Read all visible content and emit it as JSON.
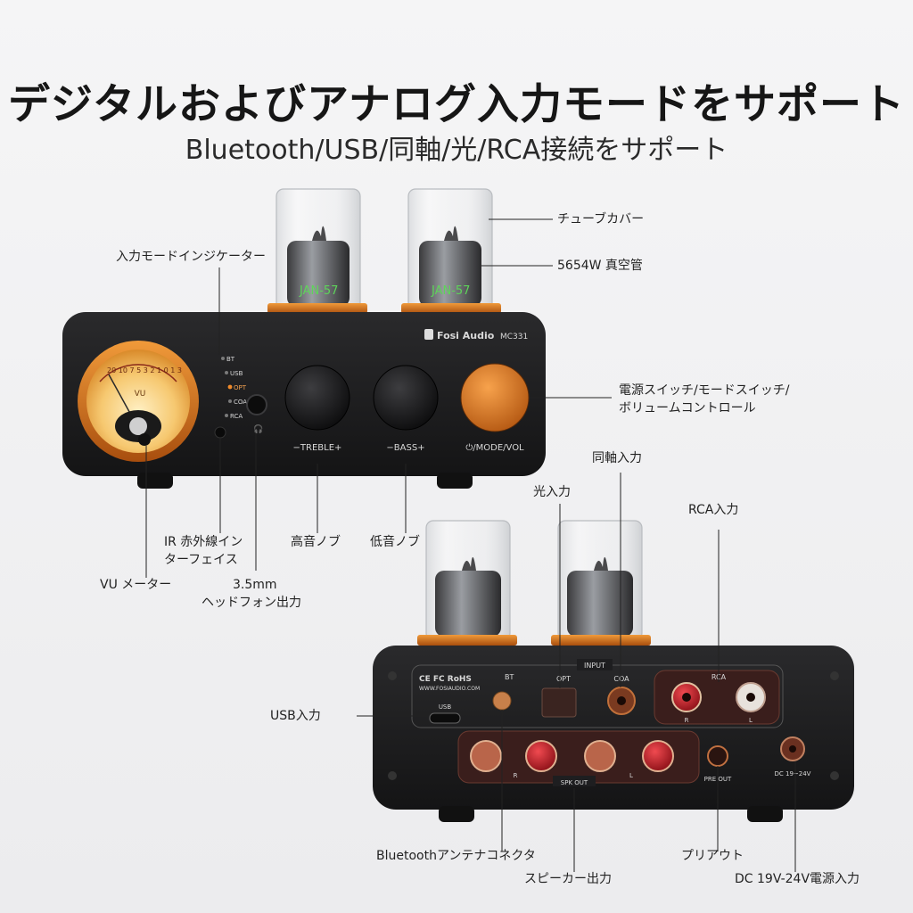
{
  "title": "デジタルおよびアナログ入力モードをサポート",
  "subtitle": "Bluetooth/USB/同軸/光/RCA接続をサポート",
  "front": {
    "brand": "Fosi Audio",
    "model": "MC331",
    "meter_scale": "20 10 7 5 3 2 1 0 1 3",
    "meter_unit": "VU",
    "inputs": [
      "BT",
      "USB",
      "OPT",
      "COA",
      "RCA"
    ],
    "active_input": "OPT",
    "knob_treble": "−TREBLE+",
    "knob_bass": "−BASS+",
    "knob_vol": "⏻/MODE/VOL"
  },
  "rear": {
    "certs": "CE FC RoHS",
    "site": "WWW.FOSIAUDIO.COM",
    "bt": "BT",
    "input_group": "INPUT",
    "opt": "OPT",
    "coa": "COA",
    "rca": "RCA",
    "rca_r": "R",
    "rca_l": "L",
    "usb": "USB",
    "spk_r": "R",
    "spk_l": "L",
    "spk_out": "SPK OUT",
    "pre_out": "PRE OUT",
    "dc": "DC 19~24V"
  },
  "callouts": {
    "tube_cover": "チューブカバー",
    "tube": "5654W 真空管",
    "indicator": "入力モードインジケーター",
    "power_switch_1": "電源スイッチ/モードスイッチ/",
    "power_switch_2": "ボリュームコントロール",
    "coax": "同軸入力",
    "optical": "光入力",
    "rca": "RCA入力",
    "ir_1": "IR 赤外線イン",
    "ir_2": "ターフェイス",
    "treble": "高音ノブ",
    "bass": "低音ノブ",
    "vu": "VU メーター",
    "headphone_1": "3.5mm",
    "headphone_2": "ヘッドフォン出力",
    "usb": "USB入力",
    "bt_antenna": "Bluetoothアンテナコネクタ",
    "speaker": "スピーカー出力",
    "preout": "プリアウト",
    "dc": "DC 19V-24V電源入力"
  },
  "colors": {
    "accent_orange": "#e07a22",
    "body_black": "#1d1d1f",
    "terminal_red": "#c8202a"
  }
}
